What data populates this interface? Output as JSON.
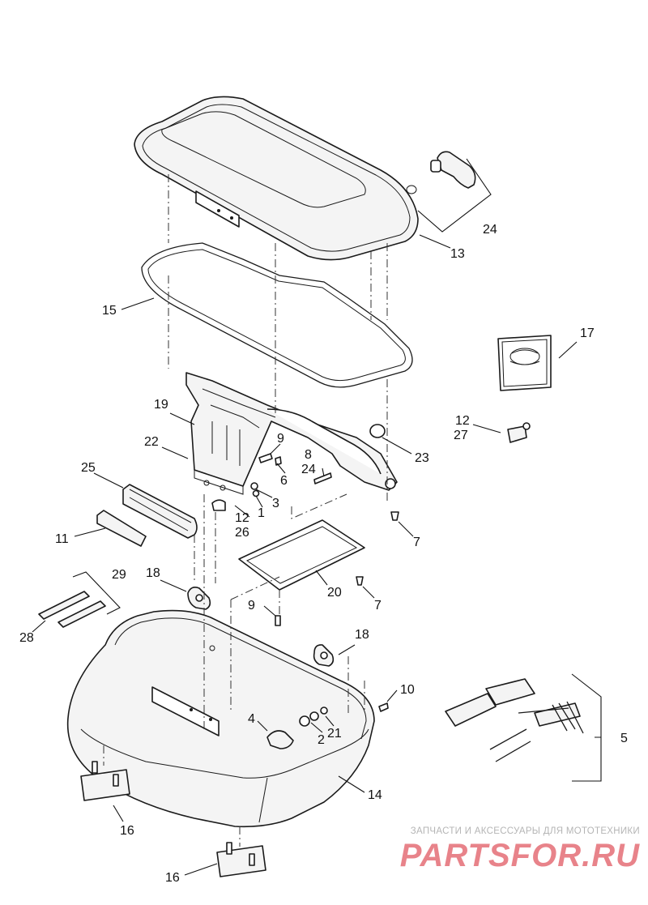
{
  "diagram": {
    "callouts": {
      "c1": "1",
      "c2": "2",
      "c3": "3",
      "c4": "4",
      "c5": "5",
      "c6": "6",
      "c7a": "7",
      "c7b": "7",
      "c8": "8",
      "c9a": "9",
      "c9b": "9",
      "c10": "10",
      "c11": "11",
      "c12a": "12",
      "c12b": "12",
      "c13": "13",
      "c14": "14",
      "c15": "15",
      "c16a": "16",
      "c16b": "16",
      "c17": "17",
      "c18a": "18",
      "c18b": "18",
      "c19": "19",
      "c20": "20",
      "c21": "21",
      "c22": "22",
      "c23": "23",
      "c24a": "24",
      "c24b": "24",
      "c25": "25",
      "c26": "26",
      "c27": "27",
      "c28": "28",
      "c29": "29"
    }
  },
  "watermark": {
    "tagline": "ЗАПЧАСТИ И АКСЕССУАРЫ ДЛЯ МОТОТЕХНИКИ",
    "logo": "PARTSFOR.RU"
  }
}
